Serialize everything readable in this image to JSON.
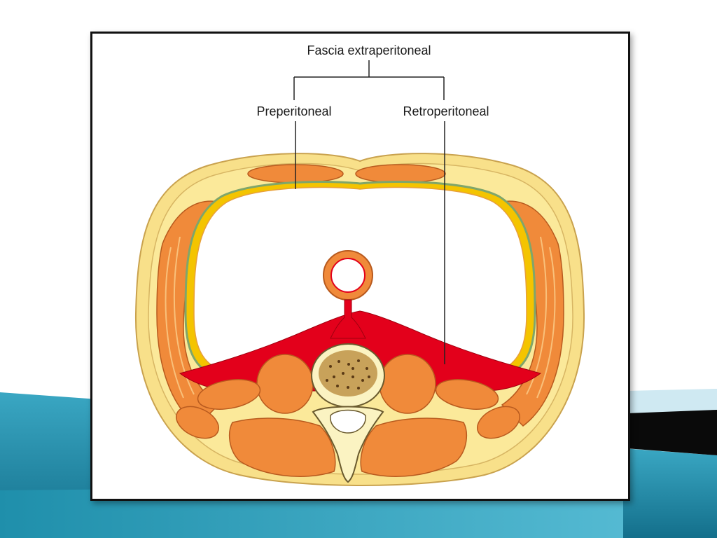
{
  "labels": {
    "top": "Fascia extraperitoneal",
    "left": "Preperitoneal",
    "right": "Retroperitoneal"
  },
  "colors": {
    "skin": "#f8e08a",
    "fat": "#fbe99a",
    "muscle": "#f08a3a",
    "muscle_light": "#f5a55c",
    "retroperitoneal_fat": "#e3001b",
    "fascia_green": "#7fa66a",
    "slide_teal": "#1d8aa6"
  }
}
